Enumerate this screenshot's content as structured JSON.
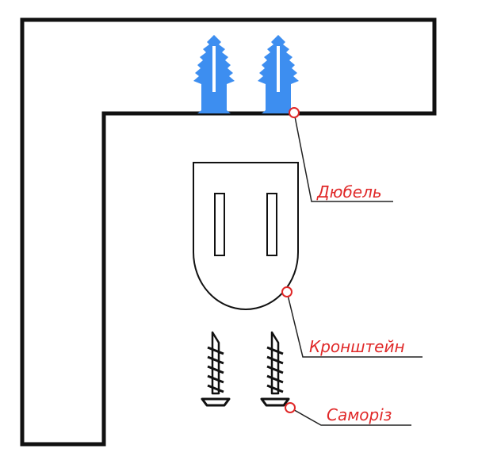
{
  "labels": {
    "dowel": "Дюбель",
    "bracket": "Кронштейн",
    "screw": "Саморіз"
  },
  "colors": {
    "outline": "#111111",
    "dowel_fill": "#3d8ef0",
    "label_text": "#e02828",
    "marker": "#e02828",
    "leader_line": "#222222"
  },
  "icons": [
    "wall-corner",
    "dowel-icon",
    "bracket-icon",
    "screw-icon"
  ]
}
